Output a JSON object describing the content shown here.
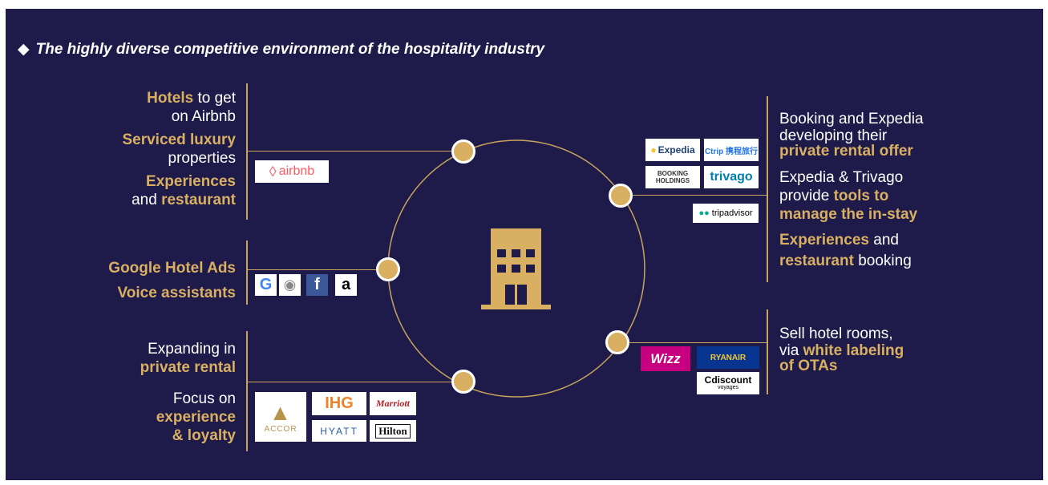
{
  "title": "The highly diverse competitive environment of the hospitality industry",
  "title_bullet": "◆",
  "colors": {
    "background": "#1e1a4a",
    "accent": "#d9b062",
    "text": "#ffffff"
  },
  "left_top": {
    "hotels": "Hotels",
    "hotels_rest": " to get",
    "hotels_line2": "on Airbnb",
    "serviced": "Serviced luxury",
    "serviced_line2": "properties",
    "experiences": "Experiences",
    "and": "and ",
    "restaurant": "restaurant",
    "logo_airbnb": "airbnb"
  },
  "left_mid": {
    "google_ads": "Google Hotel Ads",
    "voice": "Voice assistants",
    "logo_google": "G",
    "logo_facebook": "f",
    "logo_amazon": "a"
  },
  "left_bottom": {
    "expanding": "Expanding in",
    "private_rental": "private rental",
    "focus": "Focus on",
    "experience": "experience",
    "loyalty": "& loyalty",
    "logo_accor": "ACCOR",
    "logo_ihg": "IHG",
    "logo_marriott": "Marriott",
    "logo_hyatt": "HYATT",
    "logo_hilton": "Hilton"
  },
  "right_top": {
    "line1": "Booking and Expedia",
    "line2": "developing their",
    "private_offer": "private rental offer",
    "line4": "Expedia & Trivago",
    "provide": "provide ",
    "tools": "tools to",
    "manage": "manage the in-stay",
    "experiences": "Experiences",
    "and": " and",
    "restaurant": "restaurant",
    "booking": " booking",
    "logo_expedia": "Expedia",
    "logo_ctrip": "Ctrip 携程旅行",
    "logo_booking": "BOOKING HOLDINGS",
    "logo_trivago": "trivago",
    "logo_tripadvisor": "tripadvisor"
  },
  "right_bottom": {
    "line1": "Sell hotel rooms,",
    "via": "via ",
    "white_labeling": "white labeling",
    "of_otas": "of OTAs",
    "logo_wizz": "Wizz",
    "logo_ryanair": "RYANAIR",
    "logo_cdiscount": "Cdiscount",
    "logo_cdiscount_sub": "voyages"
  }
}
